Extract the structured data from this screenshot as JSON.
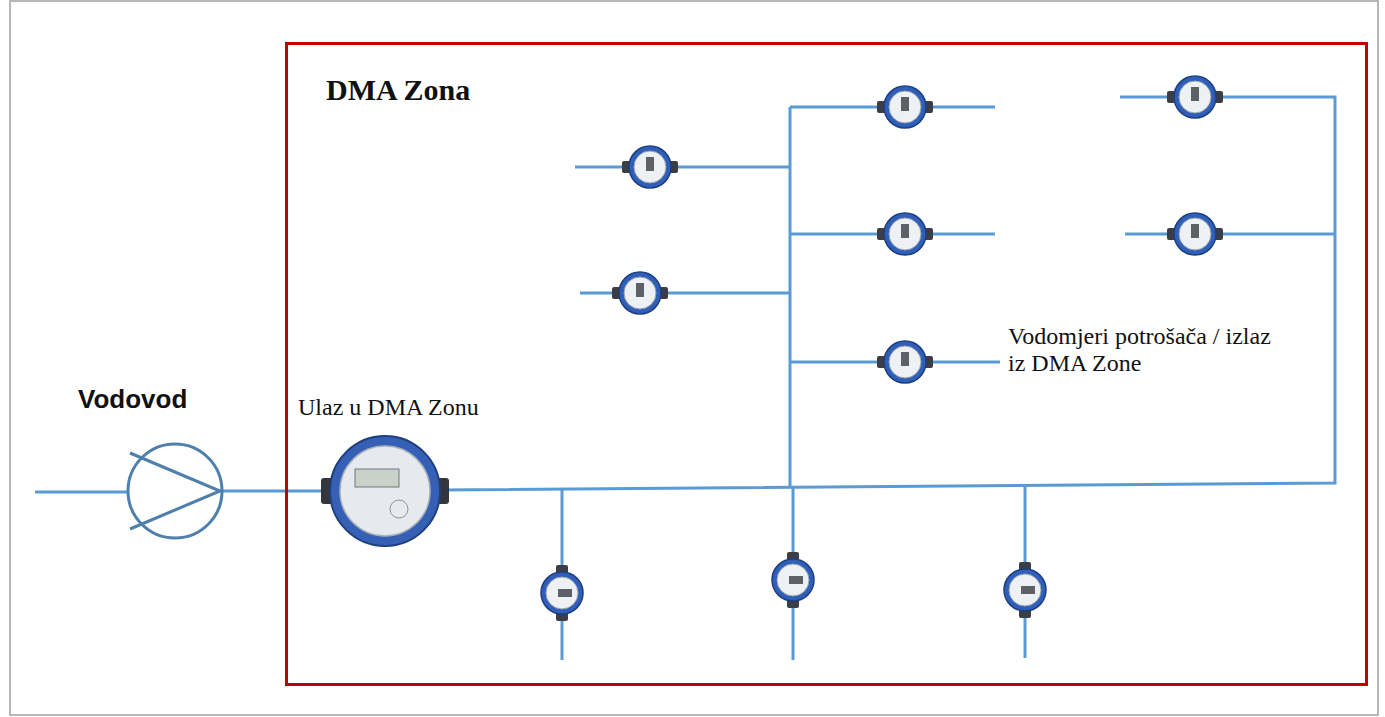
{
  "diagram": {
    "nodes": [
      {
        "text": [
          "DMA Zona"
        ]
      }
    ],
    "labels": [
      "Vodovod",
      "Ulaz u DMA Zonu",
      "Vodomjeri potrošača / izlaz iz DMA Zone"
    ]
  }
}
